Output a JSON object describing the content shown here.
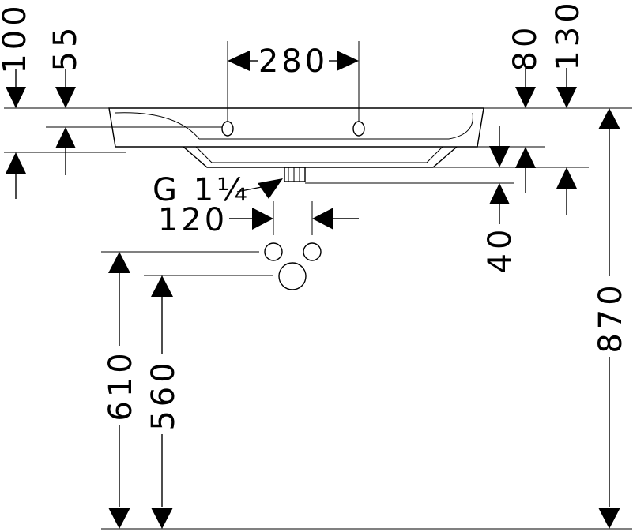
{
  "dimensions": {
    "tap_hole_spacing": "280",
    "left_top_outer": "100",
    "left_top_inner": "55",
    "right_top_inner": "80",
    "right_top_outer": "130",
    "drain_thread": "G 1¼",
    "supply_spacing": "120",
    "drain_offset": "40",
    "supply_height": "610",
    "drain_height": "560",
    "total_height": "870"
  }
}
